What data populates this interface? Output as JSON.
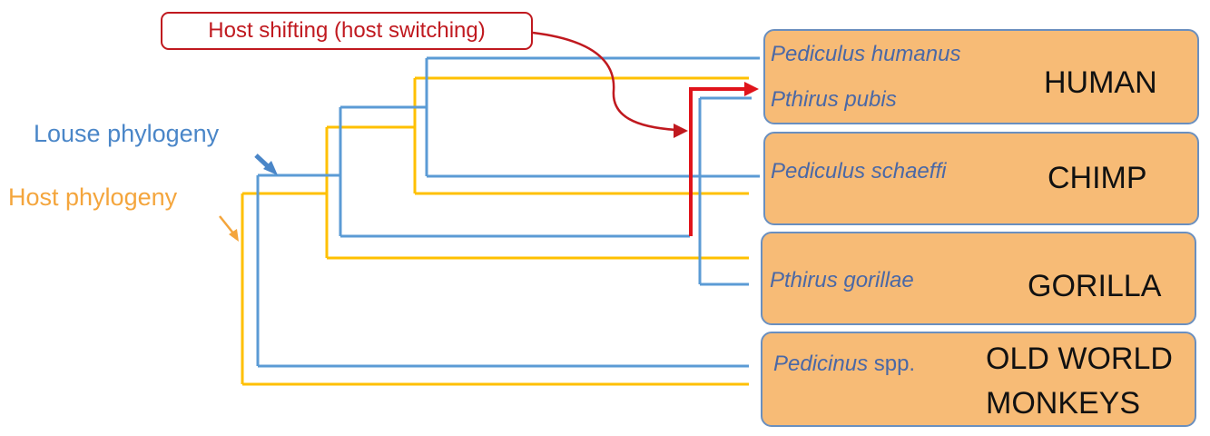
{
  "callout": {
    "label": "Host shifting (host switching)"
  },
  "legend": {
    "louse_label": "Louse phylogeny",
    "host_label": "Host phylogeny"
  },
  "colors": {
    "louse": "#5b9bd5",
    "host": "#ffc000",
    "host_shift": "#e0141b",
    "box_fill": "#f7bb76",
    "box_border": "#6a8fbf"
  },
  "hosts": [
    {
      "name": "HUMAN",
      "lice": [
        {
          "genus_species": "Pediculus humanus",
          "suffix": ""
        },
        {
          "genus_species": "Pthirus pubis",
          "suffix": ""
        }
      ]
    },
    {
      "name": "CHIMP",
      "lice": [
        {
          "genus_species": "Pediculus schaeffi",
          "suffix": ""
        }
      ]
    },
    {
      "name": "GORILLA",
      "lice": [
        {
          "genus_species": "Pthirus gorillae",
          "suffix": ""
        }
      ]
    },
    {
      "name_line1": "OLD WORLD",
      "name_line2": "MONKEYS",
      "lice": [
        {
          "genus_species": "Pedicinus",
          "suffix": " spp."
        }
      ]
    }
  ]
}
